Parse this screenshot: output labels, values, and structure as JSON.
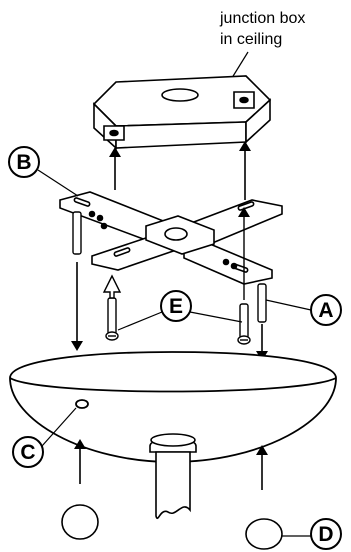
{
  "callout": {
    "line1": "junction box",
    "line2": "in ceiling"
  },
  "labels": {
    "a": "A",
    "b": "B",
    "c": "C",
    "d": "D",
    "e": "E"
  },
  "colors": {
    "ink": "#000000",
    "paper": "#ffffff",
    "shade": "#d9d9d9"
  }
}
